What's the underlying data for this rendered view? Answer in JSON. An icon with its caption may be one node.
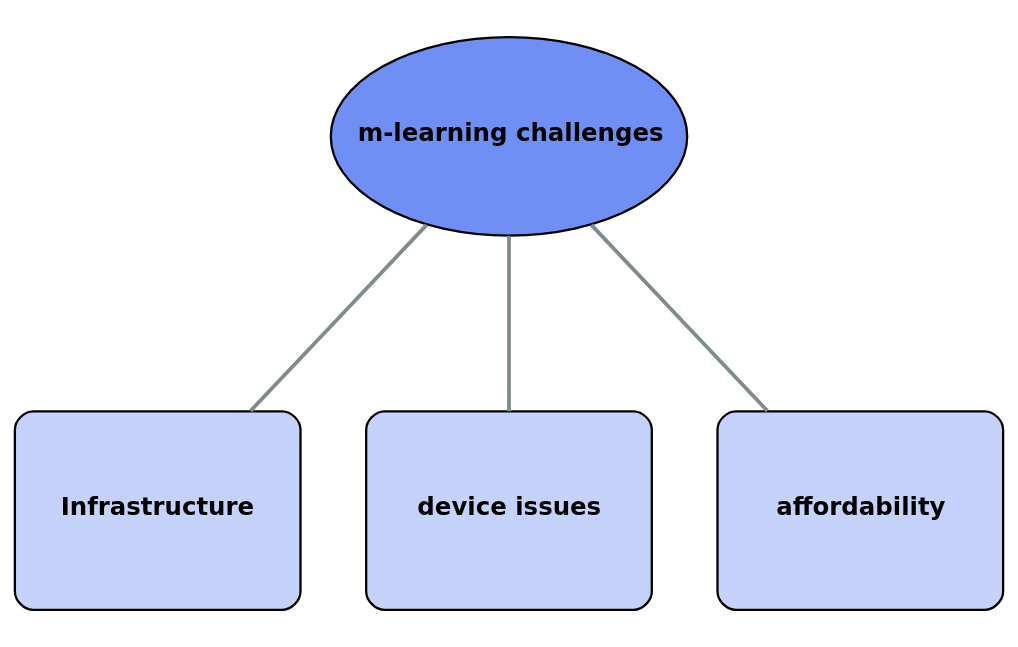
{
  "diagram": {
    "nodes": [
      {
        "text": [
          "m-learning challenges"
        ]
      },
      {
        "text": [
          "Infrastructure"
        ]
      },
      {
        "text": [
          "device issues"
        ]
      },
      {
        "text": [
          "affordability"
        ]
      }
    ],
    "edges": [
      {
        "from": 0,
        "to": 1,
        "arrow": "none"
      },
      {
        "from": 0,
        "to": 2,
        "arrow": "none"
      },
      {
        "from": 0,
        "to": 3,
        "arrow": "none"
      }
    ]
  }
}
